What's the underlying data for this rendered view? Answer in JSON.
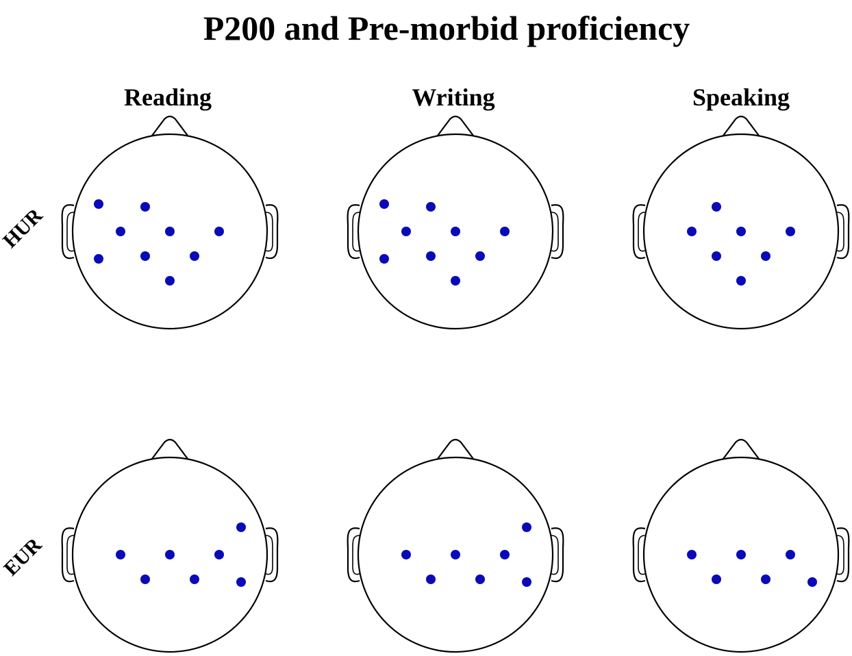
{
  "title": "P200 and Pre-morbid proficiency",
  "columns": [
    "Reading",
    "Writing",
    "Speaking"
  ],
  "rows": [
    "HUR",
    "EUR"
  ],
  "colors": {
    "electrode": "#0a0ab8",
    "outline": "#000000",
    "background": "#ffffff"
  },
  "panels": [
    {
      "row": "HUR",
      "column": "Reading",
      "electrodes": [
        "F3",
        "Fz",
        "FC3",
        "FCz",
        "FC4",
        "C3",
        "Cz",
        "C4",
        "CPz"
      ]
    },
    {
      "row": "HUR",
      "column": "Writing",
      "electrodes": [
        "F3",
        "Fz",
        "FC3",
        "FCz",
        "FC4",
        "C3",
        "Cz",
        "C4",
        "CPz"
      ]
    },
    {
      "row": "HUR",
      "column": "Speaking",
      "electrodes": [
        "Fz",
        "FC3",
        "FCz",
        "FC4",
        "Cz",
        "C4",
        "CPz"
      ]
    },
    {
      "row": "EUR",
      "column": "Reading",
      "electrodes": [
        "F8",
        "FC3",
        "FCz",
        "FC4",
        "Cz",
        "C4",
        "T8"
      ]
    },
    {
      "row": "EUR",
      "column": "Writing",
      "electrodes": [
        "F8",
        "FC3",
        "FCz",
        "FC4",
        "Cz",
        "C4",
        "T8"
      ]
    },
    {
      "row": "EUR",
      "column": "Speaking",
      "electrodes": [
        "FC3",
        "FCz",
        "FC4",
        "Cz",
        "C4",
        "T8"
      ]
    }
  ]
}
